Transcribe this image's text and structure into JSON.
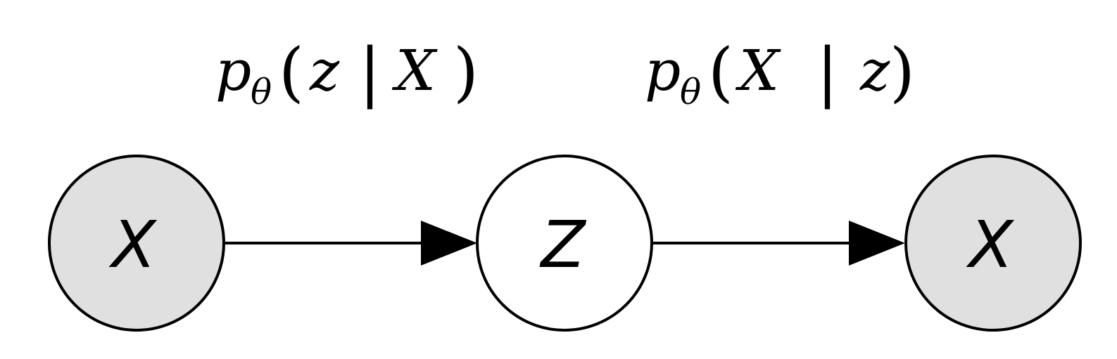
{
  "nodes": [
    {
      "id": "x-input",
      "label": "X",
      "observed": true
    },
    {
      "id": "z-latent",
      "label": "Z",
      "observed": false
    },
    {
      "id": "x-output",
      "label": "X",
      "observed": true
    }
  ],
  "edges": [
    {
      "from": "x-input",
      "to": "z-latent",
      "label": {
        "func": "p",
        "sub": "θ",
        "open": "(",
        "arg1": "z",
        "bar": "|",
        "arg2": "X",
        "close": ")"
      }
    },
    {
      "from": "z-latent",
      "to": "x-output",
      "label": {
        "func": "p",
        "sub": "θ",
        "open": "(",
        "arg1": "X",
        "bar": "|",
        "arg2": "z",
        "close": ")"
      }
    }
  ],
  "colors": {
    "observed_fill": "#e0e0e0",
    "latent_fill": "#ffffff",
    "stroke": "#000000"
  }
}
